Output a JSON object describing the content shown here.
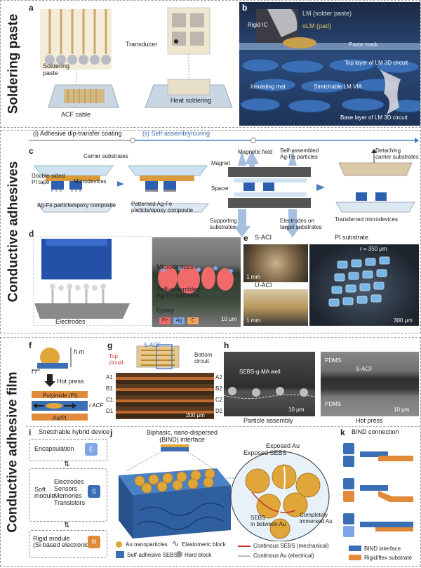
{
  "section1": {
    "title": "Soldering paste",
    "panel_a": {
      "label": "a",
      "soldering_paste": "Soldering\npaste",
      "transducer": "Transducer",
      "acf_cable": "ACF cable",
      "heat_soldering": "Heat soldering"
    },
    "panel_b": {
      "label": "b",
      "lm": "LM (solder paste)",
      "olm": "oLM (pad)",
      "rigid_ic": "Rigid IC",
      "paste_mask": "Paste mask",
      "top_layer": "Top layer of LM 3D circuit",
      "insulating_mat": "Insulating mat",
      "via": "Stretchable LM VIA",
      "base_layer": "Base layer of LM 3D circuit"
    }
  },
  "section2": {
    "title": "Conductive adhesives",
    "step1": "(i) Adhesive dip-transfer coating",
    "step2": "(ii) Self-assembly/curing",
    "panel_c": {
      "label": "c",
      "carrier": "Carrier substrates",
      "double_sided": "Double-sided\nPI tape",
      "microdevices": "Microdevices",
      "agfe_epoxy": "Ag-Fe particle/epoxy composite",
      "patterned": "Patterned Ag-Fe\nparticle/epoxy composite",
      "magnetic_field": "Magnetic field",
      "self_assembled": "Self-assembled\nAg-Fe particles",
      "magnet": "Magnet",
      "spacer": "Spacer",
      "supporting": "Supporting\nsubstrates",
      "electrodes_target": "Electrodes on\ntarget substrates",
      "detaching": "Detaching\ncarrier substrates",
      "transferred": "Transferred microdevices"
    },
    "panel_d": {
      "label": "d",
      "microdevices": "Microdevices",
      "self_assembled": "Self-assembled\nAg-Fe particles",
      "electrodes": "Electrodes",
      "epoxy": "Epoxy",
      "legend": [
        "Fe",
        "Ag",
        "C"
      ],
      "legend_colors": [
        "#f06a6a",
        "#7fa6e6",
        "#f2a25a"
      ],
      "scale": "10 μm"
    },
    "panel_e": {
      "label": "e",
      "s_aci": "S-ACI",
      "u_aci": "U-ACI",
      "pi_substrate": "PI substrate",
      "radius": "r = 350 μm",
      "scale1": "1 mm",
      "scale2": "1 mm",
      "scale3": "300 μm"
    }
  },
  "section3": {
    "title": "Conductive adhesive film",
    "panel_f": {
      "label": "f",
      "tr": "t r",
      "hm": "h m",
      "hot_press": "Hot press",
      "polyimide": "Polyimide (PI)",
      "tacf": "t ACF",
      "aupi": "Au/PI"
    },
    "panel_g": {
      "label": "g",
      "s_acf": "S-ACF",
      "top_circuit": "Top\ncircuit",
      "bottom_circuit": "Bottom\ncircuit",
      "left_rows": [
        "A1",
        "B1",
        "C1",
        "D1"
      ],
      "right_rows": [
        "A2",
        "B2",
        "C2",
        "D2"
      ],
      "scale": "200 μm"
    },
    "panel_h": {
      "label": "h",
      "well": "SEBS-g-MA well",
      "pdms_top": "PDMS",
      "s_acf": "S-ACF",
      "pdms_bottom": "PDMS",
      "scale1": "10 μm",
      "scale2": "10 μm",
      "caption1": "Particle assembly",
      "caption2": "Hot press"
    },
    "panel_i": {
      "label": "i",
      "title": "Stretchable hybrid device",
      "encapsulation": "Encapsulation",
      "soft_module": "Soft\nmodule",
      "items": "Electrodes\nSensors\nMemories\nTransistors",
      "rigid_module": "Rigid module\n(Si-based electronics)",
      "piece_e": "E",
      "piece_s": "S",
      "piece_r": "R"
    },
    "panel_j": {
      "label": "j",
      "title": "Biphasic, nano-dispersed\n(BIND) interface",
      "exposed_au": "Exposed Au",
      "exposed_sebs": "Exposed SEBS",
      "sebs_between": "SEBS\nin between Au",
      "completely": "Completely\nimmersed Au",
      "legend_au": "Au nanoparticles",
      "legend_elastomeric": "Elastomeric block",
      "legend_sebs": "Self-adhesive SEBS",
      "legend_hard": "Hard block",
      "legend_mech": "Continous SEBS (mechanical)",
      "legend_elec": "Continous Au (electrical)"
    },
    "panel_k": {
      "label": "k",
      "title": "BIND connection",
      "legend1": "BIND interface",
      "legend2": "Rigid/flex substrate"
    }
  }
}
